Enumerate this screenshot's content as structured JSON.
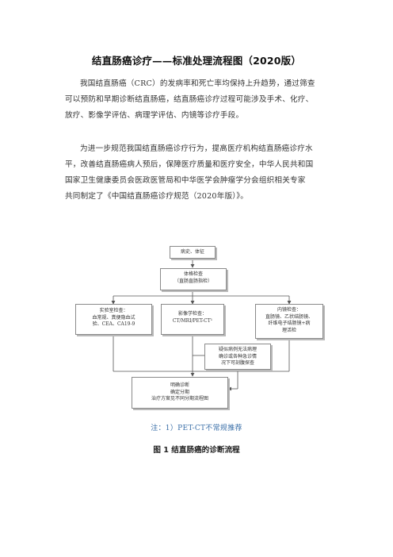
{
  "document": {
    "title": "结直肠癌诊疗——标准处理流程图（2020版）",
    "paragraph1": [
      "我国结直肠癌（CRC）的发病率和死亡率均保持上升趋势，通过筛查",
      "可以预防和早期诊断结直肠癌，结直肠癌诊疗过程可能涉及手术、化疗、",
      "放疗、影像学评估、病理学评估、内镜等诊疗手段。"
    ],
    "paragraph2": [
      "为进一步规范我国结直肠癌诊疗行为，提高医疗机构结直肠癌诊疗水",
      "平，改善结直肠癌病人预后，保障医疗质量和医疗安全，中华人民共和国",
      "国家卫生健康委员会医政医管局和中华医学会肿瘤学分会组织相关专家",
      "共同制定了《中国结直肠癌诊疗规范（2020年版）》。"
    ]
  },
  "flowchart": {
    "history": [
      "病史、体征"
    ],
    "physical_exam": [
      "体格检查",
      "（直肠直肠指检）"
    ],
    "lab_tests": [
      "实验室检查：",
      "血常规、粪便隐血试",
      "验、CEA、CA19-9"
    ],
    "imaging": [
      "影像学检查：",
      "CT/MRI/PET-CT¹"
    ],
    "endoscopy": [
      "内镜检查：",
      "直肠镜、乙状结肠镜、",
      "纤维电子结肠镜+病",
      "理活检"
    ],
    "suspected": [
      "疑似病例无法病理",
      "确诊或各种急诊情",
      "况下可剖腹探查"
    ],
    "diagnosis": [
      "明确诊断",
      "确定分期",
      "治疗方案见不同分期流程图"
    ]
  },
  "note": "注：1）PET-CT不常规推荐",
  "caption": "图 1  结直肠癌的诊断流程"
}
